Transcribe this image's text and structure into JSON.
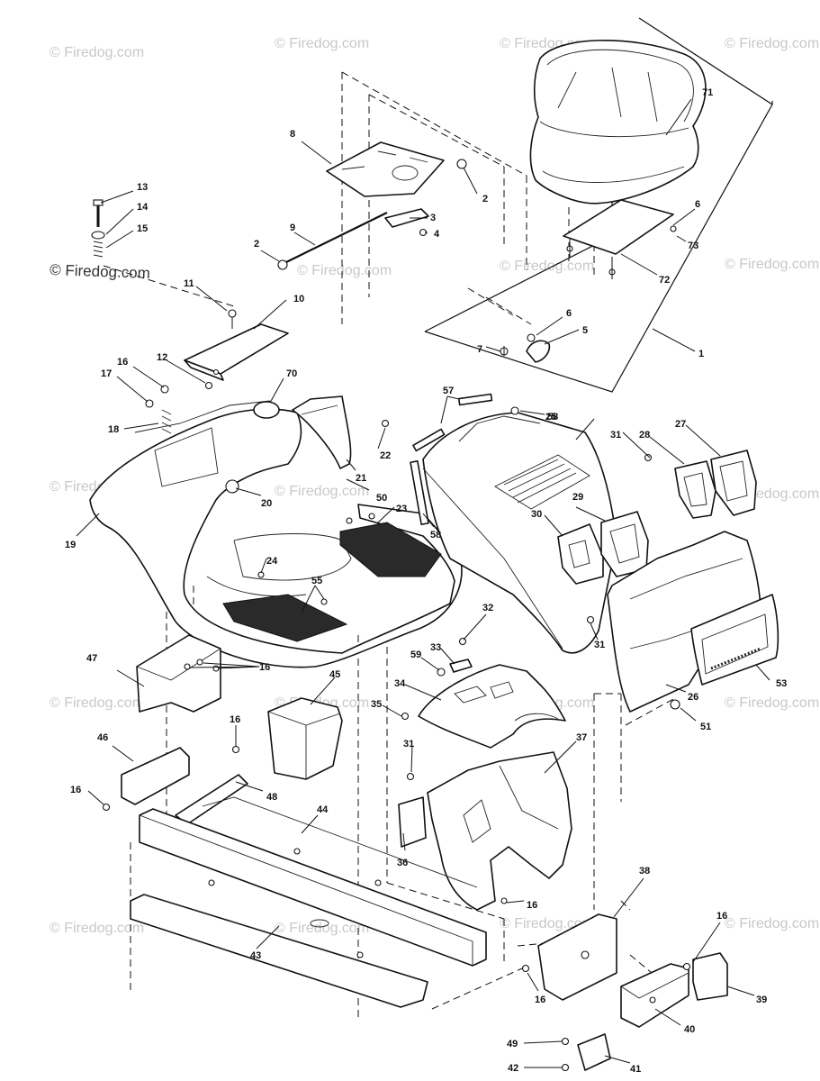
{
  "watermark": "© Firedog.com",
  "callouts": [
    "1",
    "2",
    "2",
    "3",
    "4",
    "5",
    "6",
    "6",
    "7",
    "8",
    "9",
    "10",
    "11",
    "12",
    "13",
    "14",
    "15",
    "16",
    "16",
    "16",
    "16",
    "16",
    "16",
    "16",
    "17",
    "18",
    "19",
    "20",
    "21",
    "22",
    "23",
    "24",
    "25",
    "26",
    "27",
    "28",
    "29",
    "30",
    "31",
    "31",
    "31",
    "32",
    "33",
    "34",
    "35",
    "36",
    "37",
    "38",
    "39",
    "40",
    "41",
    "42",
    "43",
    "44",
    "45",
    "46",
    "47",
    "48",
    "49",
    "50",
    "51",
    "53",
    "55",
    "57",
    "58",
    "58",
    "59",
    "70",
    "71",
    "72",
    "73"
  ]
}
